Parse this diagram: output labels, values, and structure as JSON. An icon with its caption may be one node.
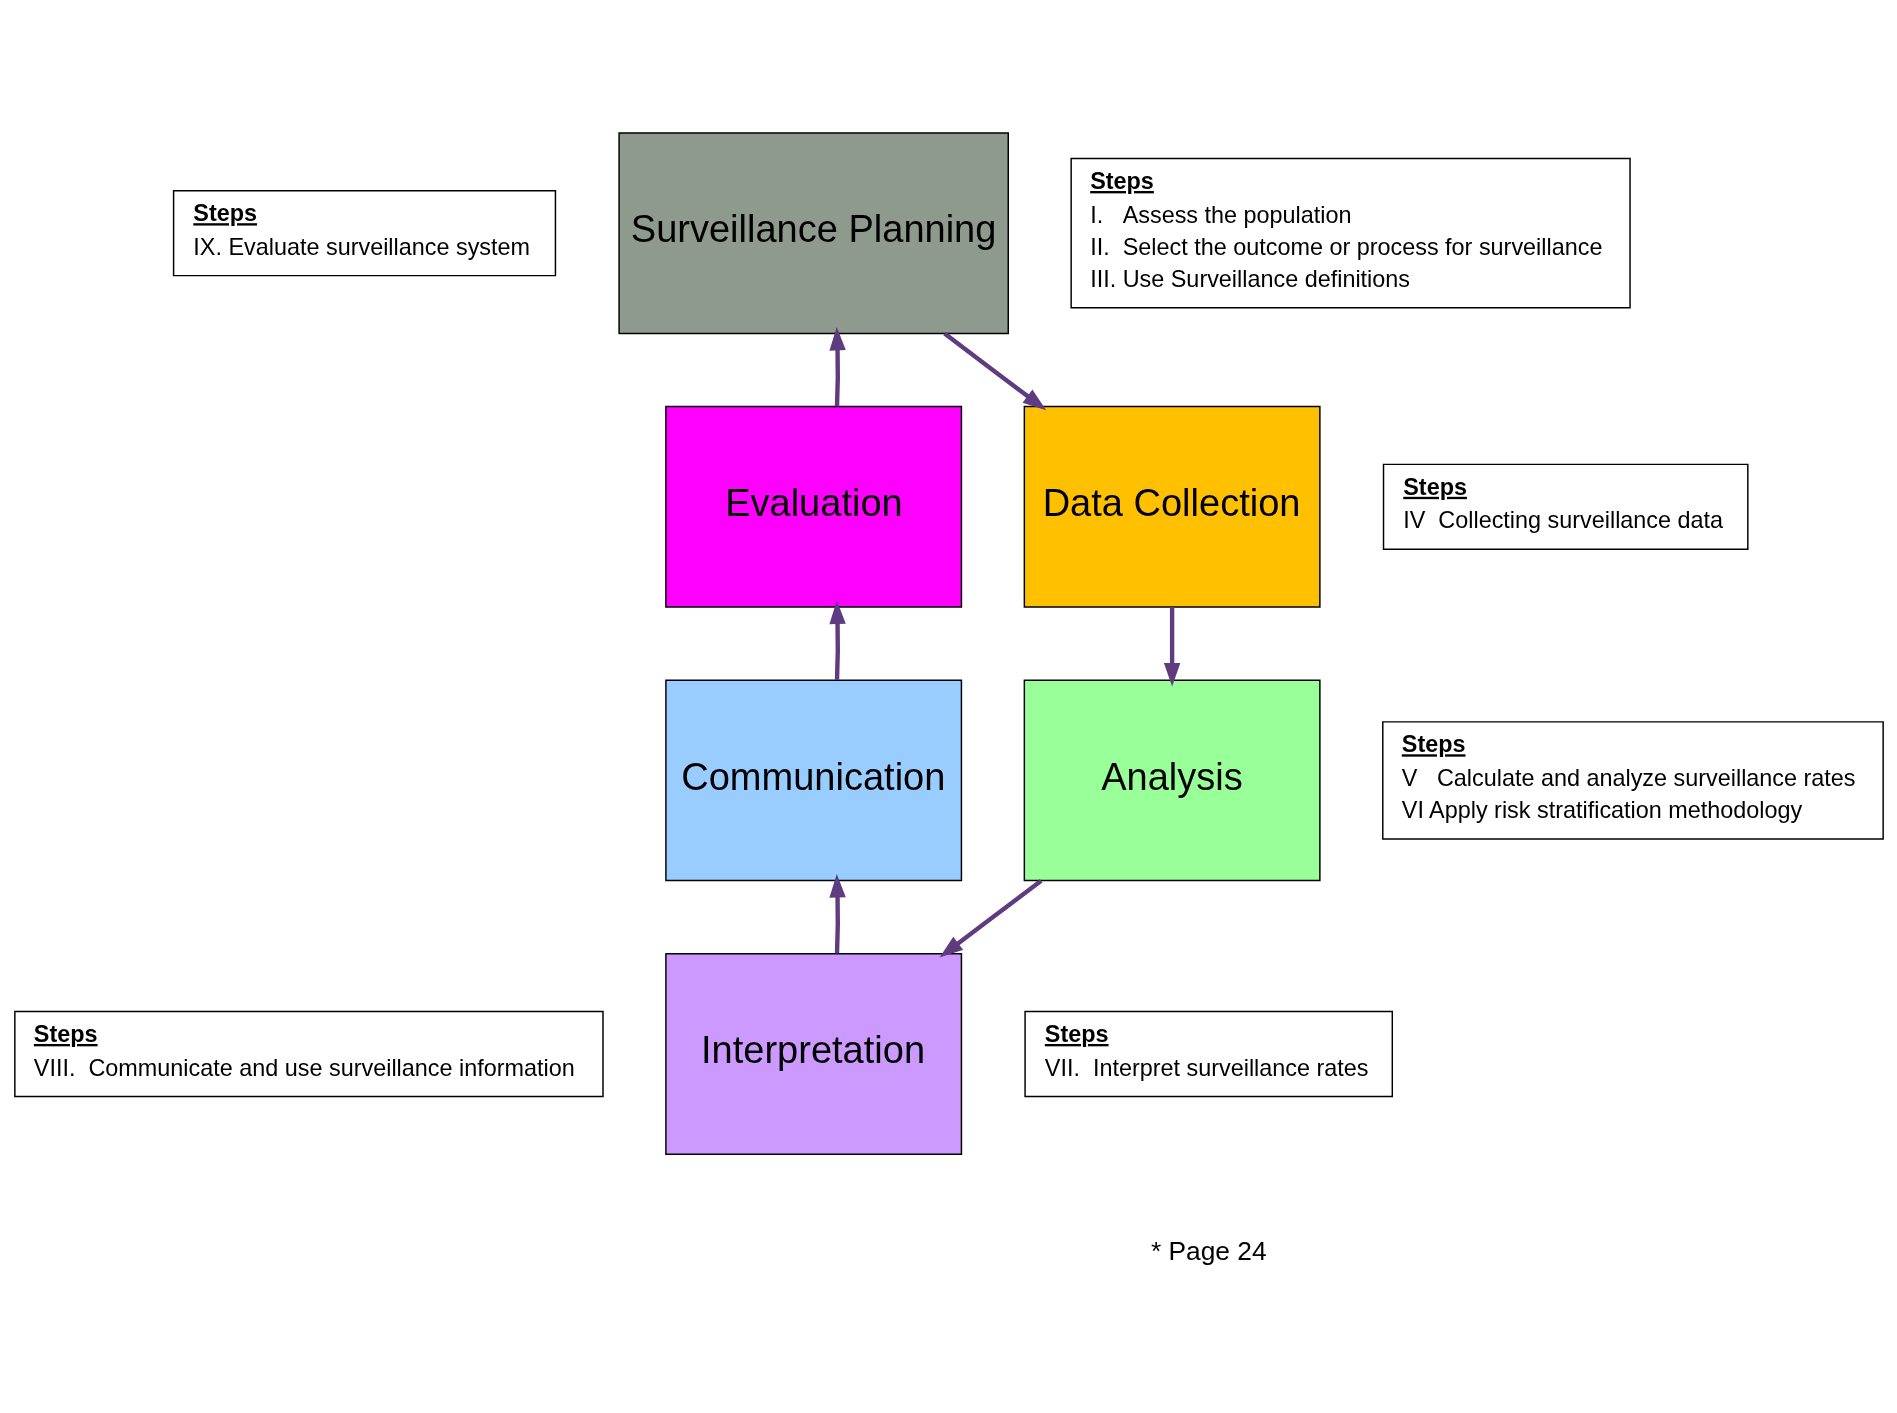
{
  "diagram": {
    "nodes": [
      {
        "text": [
          "Surveillance Planning"
        ]
      },
      {
        "text": [
          "Steps",
          "I.   Assess the population",
          "II.  Select the outcome or process for surveillance",
          "III. Use Surveillance definitions"
        ]
      },
      {
        "text": [
          "Steps",
          "IX. Evaluate surveillance system"
        ]
      },
      {
        "text": [
          "Evaluation"
        ]
      },
      {
        "text": [
          "Data Collection"
        ]
      },
      {
        "text": [
          "Steps",
          "IV  Collecting surveillance data"
        ]
      },
      {
        "text": [
          "Analysis"
        ]
      },
      {
        "text": [
          "Steps",
          "V   Calculate and analyze surveillance rates",
          "VI Apply risk stratification methodology"
        ]
      },
      {
        "text": [
          "Communication"
        ]
      },
      {
        "text": [
          "Steps",
          "VIII.  Communicate and use surveillance information"
        ]
      },
      {
        "text": [
          "Interpretation"
        ]
      },
      {
        "text": [
          "Steps",
          "VII.  Interpret surveillance rates"
        ]
      }
    ],
    "edges": [
      {
        "from": 0,
        "to": 4,
        "arrow": "to"
      },
      {
        "from": 4,
        "to": 6,
        "arrow": "to"
      },
      {
        "from": 6,
        "to": 10,
        "arrow": "to"
      },
      {
        "from": 10,
        "to": 8,
        "arrow": "to"
      },
      {
        "from": 8,
        "to": 3,
        "arrow": "to"
      },
      {
        "from": 3,
        "to": 0,
        "arrow": "to"
      }
    ],
    "labels": [
      "* Page 24"
    ]
  }
}
